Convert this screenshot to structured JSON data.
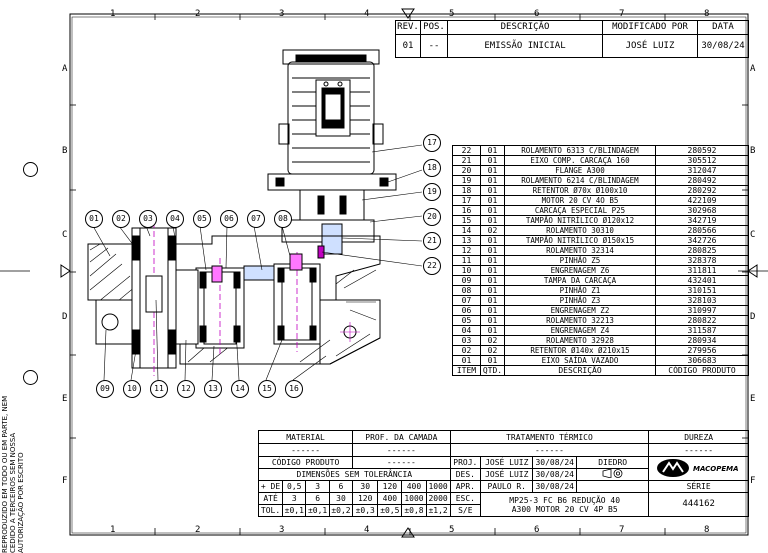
{
  "grid": {
    "columns": [
      "1",
      "2",
      "3",
      "4",
      "5",
      "6",
      "7",
      "8"
    ],
    "rows": [
      "A",
      "B",
      "C",
      "D",
      "E",
      "F"
    ]
  },
  "revision": {
    "headers": [
      "REV.",
      "POS.",
      "DESCRIÇÃO",
      "MODIFICADO POR",
      "DATA"
    ],
    "rows": [
      [
        "01",
        "--",
        "EMISSÃO INICIAL",
        "JOSÉ LUIZ",
        "30/08/24"
      ]
    ]
  },
  "callouts_top": [
    "01",
    "02",
    "03",
    "04",
    "05",
    "06",
    "07",
    "08"
  ],
  "callouts_bottom": [
    "09",
    "10",
    "11",
    "12",
    "13",
    "14",
    "15",
    "16"
  ],
  "callouts_right": [
    "17",
    "18",
    "19",
    "20",
    "21",
    "22"
  ],
  "bom": {
    "rows": [
      [
        "22",
        "01",
        "ROLAMENTO 6313 C/BLINDAGEM",
        "280592"
      ],
      [
        "21",
        "01",
        "EIXO COMP. CARCAÇA 160",
        "305512"
      ],
      [
        "20",
        "01",
        "FLANGE A300",
        "312047"
      ],
      [
        "19",
        "01",
        "ROLAMENTO 6214 C/BLINDAGEM",
        "280492"
      ],
      [
        "18",
        "01",
        "RETENTOR Ø70x Ø100x10",
        "280292"
      ],
      [
        "17",
        "01",
        "MOTOR 20 CV 4O B5",
        "422109"
      ],
      [
        "16",
        "01",
        "CARCAÇA ESPECIAL P25",
        "302968"
      ],
      [
        "15",
        "01",
        "TAMPÃO NITRÍLICO Ø120x12",
        "342719"
      ],
      [
        "14",
        "02",
        "ROLAMENTO 30310",
        "280566"
      ],
      [
        "13",
        "01",
        "TAMPÃO NITRÍLICO Ø150x15",
        "342726"
      ],
      [
        "12",
        "01",
        "ROLAMENTO 32314",
        "280825"
      ],
      [
        "11",
        "01",
        "PINHÃO Z5",
        "328378"
      ],
      [
        "10",
        "01",
        "ENGRENAGEM Z6",
        "311811"
      ],
      [
        "09",
        "01",
        "TAMPA DA CARCAÇA",
        "432401"
      ],
      [
        "08",
        "01",
        "PINHÃO Z1",
        "310151"
      ],
      [
        "07",
        "01",
        "PINHÃO Z3",
        "328103"
      ],
      [
        "06",
        "01",
        "ENGRENAGEM Z2",
        "310997"
      ],
      [
        "05",
        "01",
        "ROLAMENTO 32213",
        "280822"
      ],
      [
        "04",
        "01",
        "ENGRENAGEM Z4",
        "311587"
      ],
      [
        "03",
        "02",
        "ROLAMENTO 32928",
        "280934"
      ],
      [
        "02",
        "02",
        "RETENTOR Ø140x Ø210x15",
        "279956"
      ],
      [
        "01",
        "01",
        "EIXO SAÍDA VAZADO",
        "306683"
      ]
    ],
    "headers": [
      "ITEM",
      "QTD.",
      "DESCRIÇÃO",
      "CÓDIGO PRODUTO"
    ]
  },
  "title_block": {
    "material_label": "MATERIAL",
    "material_value": "------",
    "coating_label": "PROF. DA CAMADA",
    "coating_value": "------",
    "heat_label": "TRATAMENTO TÉRMICO",
    "heat_value": "------",
    "hardness_label": "DUREZA",
    "hardness_value": "------",
    "product_code_label": "CÓDIGO PRODUTO",
    "product_code_value": "------",
    "tolerance_title": "DIMENSÕES SEM TOLERÂNCIA",
    "tol_row_from": [
      "+ DE",
      "0,5",
      "3",
      "6",
      "30",
      "120",
      "400",
      "1000"
    ],
    "tol_row_to": [
      "ATÉ",
      "3",
      "6",
      "30",
      "120",
      "400",
      "1000",
      "2000"
    ],
    "tol_row_tol": [
      "TOL.",
      "±0,1",
      "±0,1",
      "±0,2",
      "±0,3",
      "±0,5",
      "±0,8",
      "±1,2"
    ],
    "proj_label": "PROJ.",
    "proj_name": "JOSÉ LUIZ",
    "proj_date": "30/08/24",
    "des_label": "DES.",
    "des_name": "JOSÉ LUIZ",
    "des_date": "30/08/24",
    "apr_label": "APR.",
    "apr_name": "PAULO R.",
    "apr_date": "30/08/24",
    "diedro_label": "DIEDRO",
    "esc_label": "ESC.",
    "se_label": "S/E",
    "description_line1": "MP25-3 FC B6 REDUÇÃO 40",
    "description_line2": "A300 MOTOR 20 CV 4P B5",
    "serie_label": "SÉRIE",
    "serie_value": "444162",
    "logo_text": "MACOPEMA"
  },
  "side_note": "ESTE DESENHO NÃO PODERÁ SER REPRODUZIDO EM TODO OU EM PARTE, NEM CEDIDO A TERCEIROS SEM NOSSA AUTORIZAÇÃO POR ESCRITO"
}
